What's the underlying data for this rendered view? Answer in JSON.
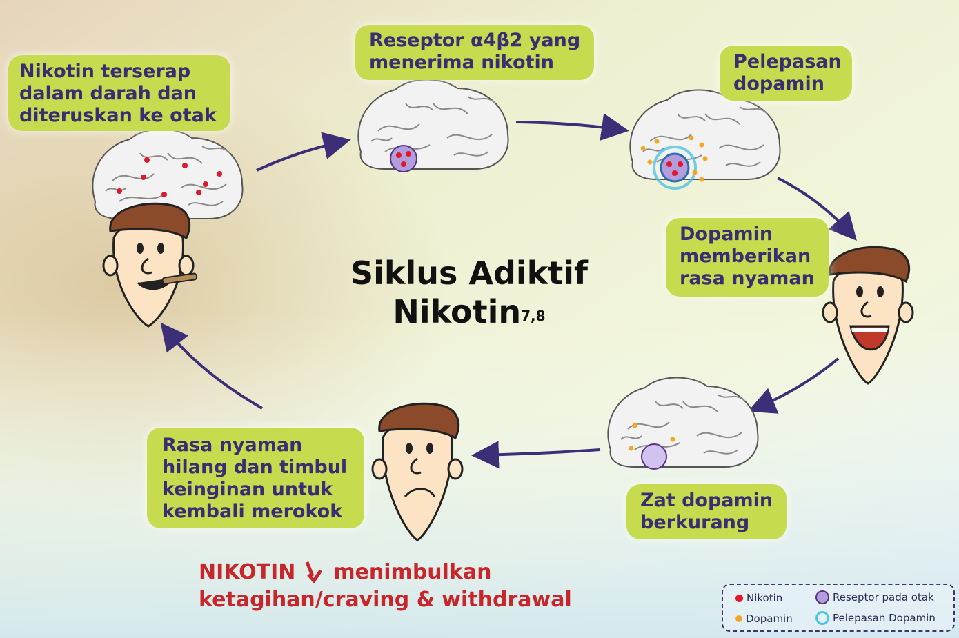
{
  "diagram": {
    "title_line1": "Siklus Adiktif",
    "title_line2": "Nikotin",
    "title_sup": "7,8",
    "steps": [
      {
        "lines": [
          "Nikotin terserap",
          "dalam darah dan",
          "diteruskan ke otak"
        ]
      },
      {
        "lines": [
          "Reseptor α4β2 yang",
          "menerima nikotin"
        ]
      },
      {
        "lines": [
          "Pelepasan",
          "dopamin"
        ]
      },
      {
        "lines": [
          "Dopamin",
          "memberikan",
          "rasa nyaman"
        ]
      },
      {
        "lines": [
          "Zat dopamin",
          "berkurang"
        ]
      },
      {
        "lines": [
          "Rasa nyaman",
          "hilang dan timbul",
          "keinginan untuk",
          "kembali merokok"
        ]
      }
    ],
    "footer_line1_a": "NIKOTIN",
    "footer_line1_b": "menimbulkan",
    "footer_line2": "ketagihan/craving & withdrawal"
  },
  "legend": {
    "nikotin": "Nikotin",
    "dopamin": "Dopamin",
    "reseptor": "Reseptor pada otak",
    "pelepasan": "Pelepasan Dopamin"
  },
  "colors": {
    "bubble": "#c6dc4e",
    "bubble_text": "#3b2d74",
    "arrow": "#3d2e78",
    "nikotin": "#e0182c",
    "dopamin": "#f5a623",
    "reseptor": "#b39ddb",
    "footer": "#c8262b"
  },
  "icons": [
    "brain-icon",
    "smoking-face-icon",
    "happy-face-icon",
    "sad-face-icon",
    "down-arrow-icon"
  ]
}
